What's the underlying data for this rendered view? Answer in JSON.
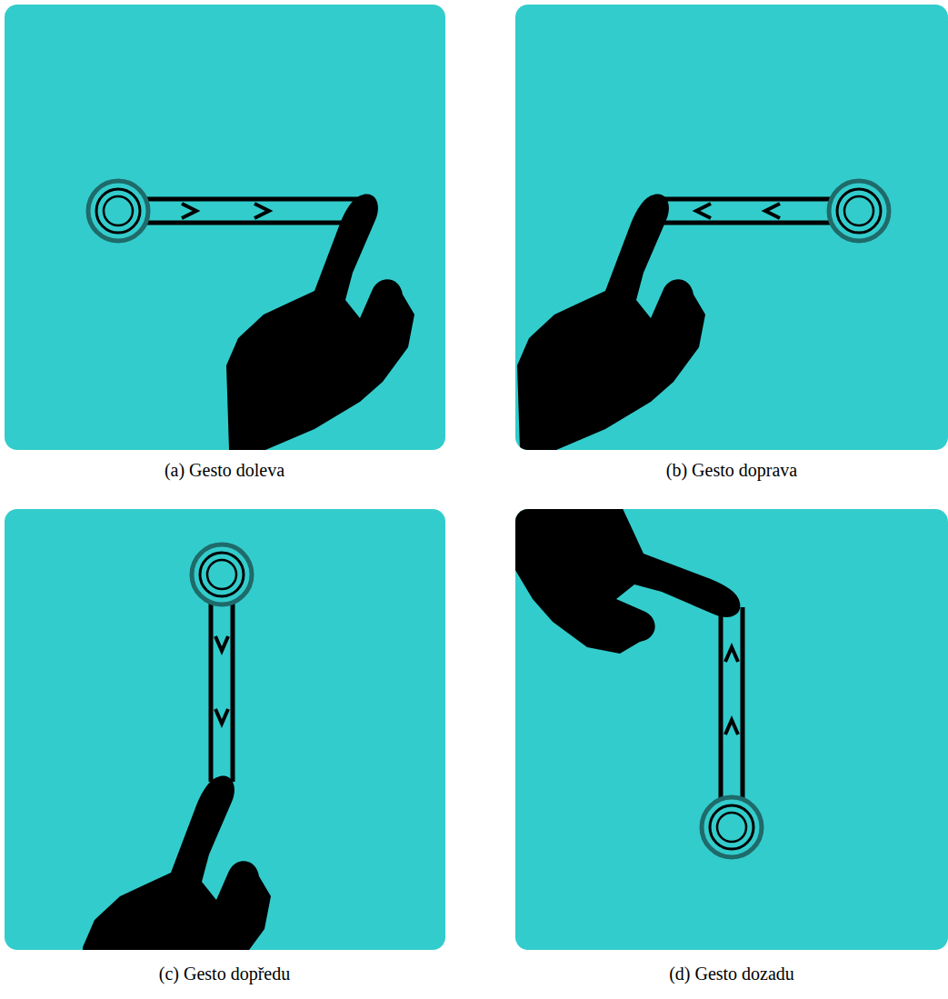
{
  "diagram": {
    "labels": [
      "(a) Gesto doleva",
      "(b) Gesto doprava",
      "(c) Gesto dopředu",
      "(d) Gesto dozadu"
    ]
  }
}
